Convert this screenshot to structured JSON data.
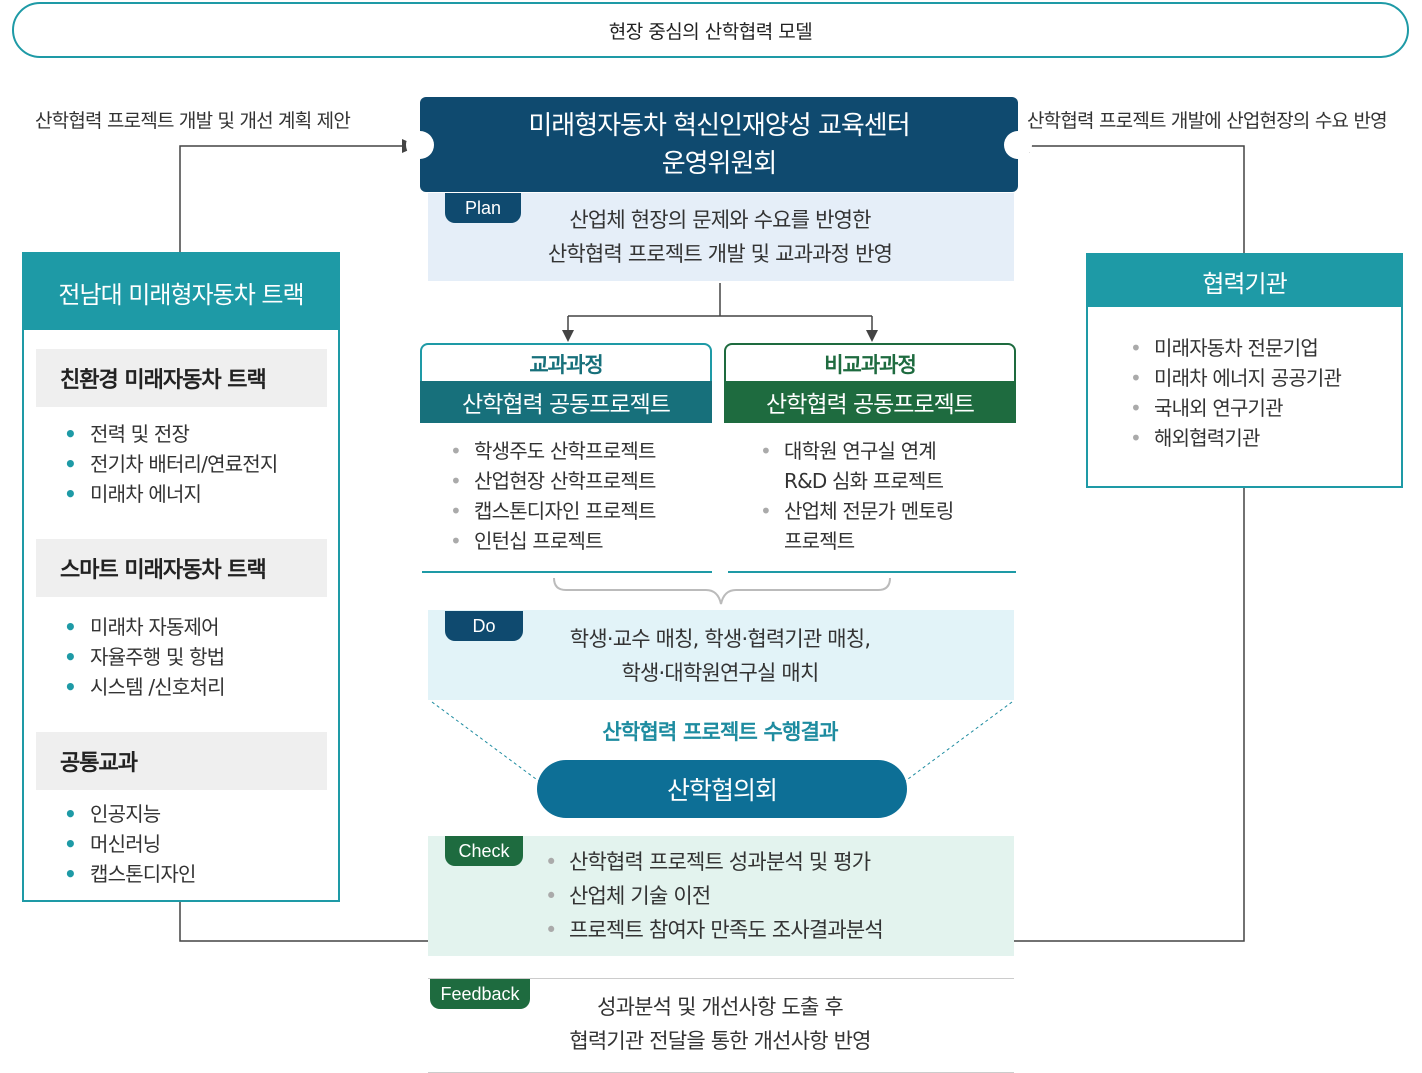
{
  "title": "현장 중심의 산학협력 모델",
  "left_caption": "산학협력 프로젝트 개발 및 개선 계획 제안",
  "right_caption": "산학협력 프로젝트 개발에 산업현장의 수요 반영",
  "committee": {
    "line1": "미래형자동차  혁신인재양성  교육센터",
    "line2": "운영위원회"
  },
  "plan": {
    "tag": "Plan",
    "line1": "산업체 현장의 문제와 수요를 반영한",
    "line2": "산학협력 프로젝트 개발 및 교과과정 반영"
  },
  "courses": [
    {
      "head": "교과과정",
      "bar": "산학협력 공동프로젝트",
      "items": [
        "학생주도 산학프로젝트",
        "산업현장 산학프로젝트",
        "캡스톤디자인 프로젝트",
        "인턴십 프로젝트"
      ]
    },
    {
      "head": "비교과과정",
      "bar": "산학협력 공동프로젝트",
      "items": [
        [
          "대학원 연구실 연계",
          "R&D 심화 프로젝트"
        ],
        [
          "산업체 전문가 멘토링",
          "프로젝트"
        ]
      ]
    }
  ],
  "do": {
    "tag": "Do",
    "line1": "학생·교수 매칭, 학생·협력기관 매칭,",
    "line2": "학생·대학원연구실 매치"
  },
  "result_label": "산학협력 프로젝트 수행결과",
  "council": "산학협의회",
  "check": {
    "tag": "Check",
    "items": [
      "산학협력 프로젝트 성과분석 및 평가",
      "산업체 기술 이전",
      "프로젝트 참여자 만족도 조사결과분석"
    ]
  },
  "feedback": {
    "tag": "Feedback",
    "line1": "성과분석 및 개선사항 도출 후",
    "line2": "협력기관 전달을 통한 개선사항 반영"
  },
  "left_panel": {
    "header": "전남대 미래형자동차 트랙",
    "tracks": [
      {
        "name": "친환경 미래자동차 트랙",
        "items": [
          "전력 및 전장",
          "전기차 배터리/연료전지",
          "미래차 에너지"
        ]
      },
      {
        "name": "스마트 미래자동차 트랙",
        "items": [
          "미래차 자동제어",
          "자율주행 및 항법",
          "시스템 /신호처리"
        ]
      },
      {
        "name": "공통교과",
        "items": [
          "인공지능",
          "머신러닝",
          "캡스톤디자인"
        ]
      }
    ]
  },
  "right_panel": {
    "header": "협력기관",
    "items": [
      "미래자동차 전문기업",
      "미래차 에너지 공공기관",
      "국내외 연구기관",
      "해외협력기관"
    ]
  },
  "colors": {
    "teal": "#1e9aa6",
    "navy": "#0f4a6f",
    "dark_teal_bar": "#17707b",
    "green_bar": "#1e6b3f",
    "council_blue": "#0d6f96"
  },
  "bullet_symbol": "•"
}
